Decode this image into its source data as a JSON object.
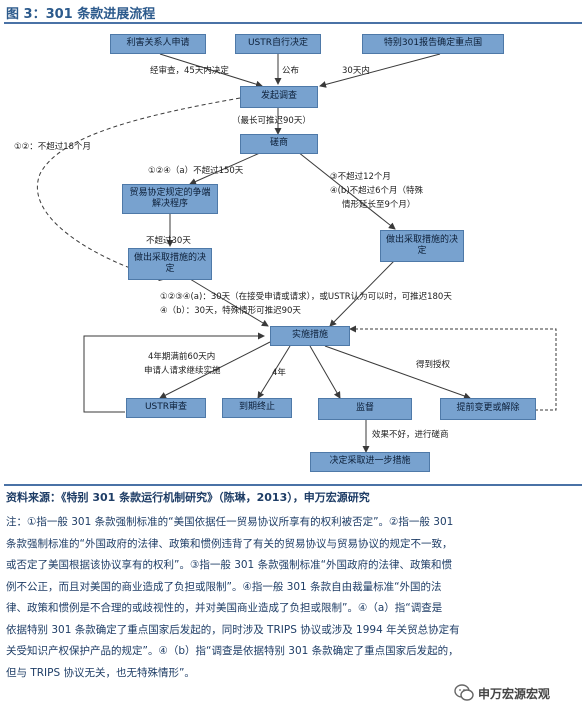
{
  "header": {
    "title": "图 3：301 条款进展流程"
  },
  "flow": {
    "boxes": {
      "petition": "利害关系人申请",
      "ustr_self": "USTR自行决定",
      "special301": "特别301报告确定重点国",
      "investigate": "发起调查",
      "consult": "磋商",
      "trade_agreement": "贸易协定规定的争端解决程序",
      "decide_a": "做出采取措施的决定",
      "decide_b": "做出采取措施的决定",
      "implement": "实施措施",
      "ustr_review": "USTR审查",
      "expire": "到期终止",
      "monitor": "监督",
      "modify": "提前变更或解除",
      "further": "决定采取进一步措施"
    },
    "labels": {
      "review45": "经审查，45天内决定",
      "announce": "公布",
      "days30": "30天内",
      "max90": "（最长可推迟90天）",
      "within18": "①②：不超过18个月",
      "within150": "①②④（a）不超过150天",
      "within12": "③不超过12个月",
      "within6": "④(b)不超过6个月（特殊",
      "within6b": "情形延长至9个月）",
      "not30": "不超过30天",
      "rule1": "①②③④(a)：30天（在接受申请或请求），或USTR认为可以时，可推迟180天",
      "rule2": "④（b）：30天，特殊情形可推迟90天",
      "years4a": "4年期满前60天内",
      "years4b": "申请人请求继续实施",
      "years4": "4年",
      "authorized": "得到授权",
      "bad_effect": "效果不好，进行磋商"
    }
  },
  "source": "资料来源：《特别 301 条款运行机制研究》（陈琳，2013），申万宏源研究",
  "note_lines": [
    "注：①指一般 301 条款强制标准的“美国依据任一贸易协议所享有的权利被否定”。②指一般 301",
    "条款强制标准的“外国政府的法律、政策和惯例违背了有关的贸易协议与贸易协议的规定不一致，",
    "或否定了美国根据该协议享有的权利”。③指一般 301 条款强制标准“外国政府的法律、政策和惯",
    "例不公正，而且对美国的商业造成了负担或限制”。④指一般 301 条款自由裁量标准“外国的法",
    "律、政策和惯例是不合理的或歧视性的，并对美国商业造成了负担或限制”。④（a）指“调查是",
    "依据特别 301 条款确定了重点国家后发起的，同时涉及 TRIPS 协议或涉及 1994 年关贸总协定有",
    "关受知识产权保护产品的规定”。④（b）指“调查是依据特别 301 条款确定了重点国家后发起的，",
    "但与 TRIPS 协议无关，也无特殊情形”。"
  ],
  "watermark": "申万宏源宏观"
}
